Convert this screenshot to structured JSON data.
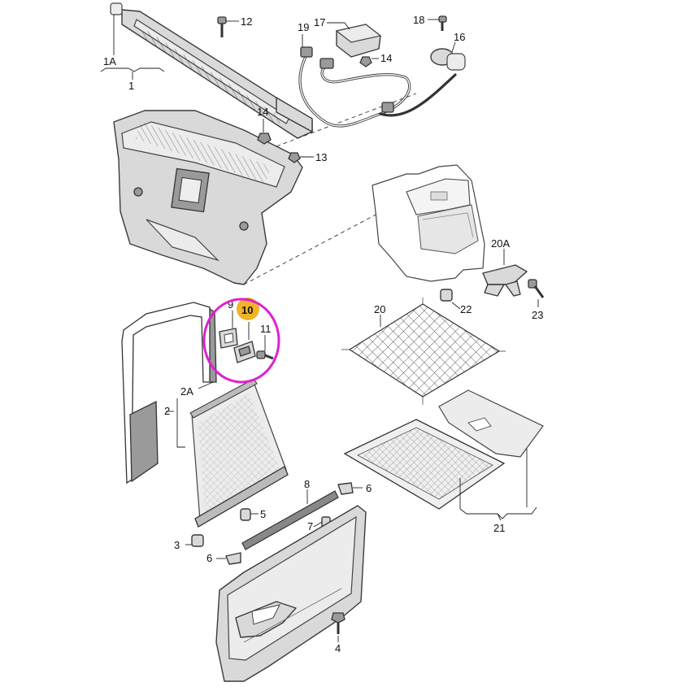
{
  "labels": {
    "l1": "1",
    "l1A": "1A",
    "l2": "2",
    "l2A": "2A",
    "l3": "3",
    "l4": "4",
    "l5": "5",
    "l6a": "6",
    "l6b": "6",
    "l7": "7",
    "l8": "8",
    "l9": "9",
    "l10": "10",
    "l11": "11",
    "l12": "12",
    "l13": "13",
    "l14a": "14",
    "l14b": "14",
    "l16": "16",
    "l17": "17",
    "l18": "18",
    "l19": "19",
    "l20": "20",
    "l20A": "20A",
    "l21": "21",
    "l22": "22",
    "l23": "23"
  },
  "colors": {
    "highlight_ring": "#e020d0",
    "badge": "#f0b428",
    "part_fill": "#d9d9d9",
    "outline": "#3a3a3a"
  }
}
